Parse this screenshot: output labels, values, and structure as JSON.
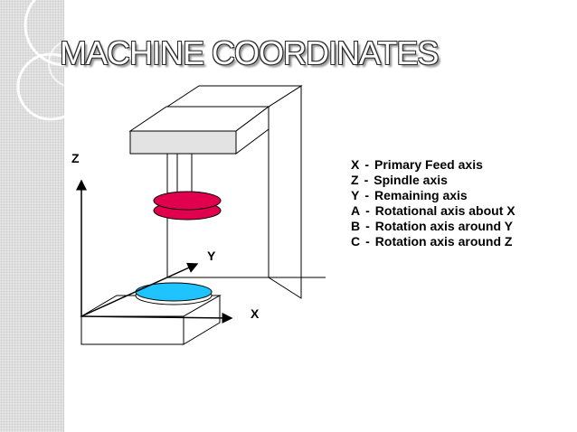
{
  "slide": {
    "title": "MACHINE COORDINATES"
  },
  "diagram": {
    "axis_labels": {
      "z": "Z",
      "y": "Y",
      "x": "X"
    },
    "colors": {
      "spindle_disc": "#e0004e",
      "worktable_disc": "#1ec3ff",
      "frame_fill": "#ffffff",
      "head_fill": "#e3e3e3",
      "outline": "#000000"
    }
  },
  "legend": {
    "items": [
      {
        "axis": "X",
        "separator": "-",
        "description": "Primary Feed axis"
      },
      {
        "axis": "Z",
        "separator": "-",
        "description": "Spindle axis"
      },
      {
        "axis": "Y",
        "separator": "-",
        "description": "Remaining axis"
      },
      {
        "axis": "A",
        "separator": "-",
        "description": "Rotational axis about X"
      },
      {
        "axis": "B",
        "separator": "-",
        "description": "Rotation axis around Y"
      },
      {
        "axis": "C",
        "separator": "-",
        "description": "Rotation axis around Z"
      }
    ]
  }
}
